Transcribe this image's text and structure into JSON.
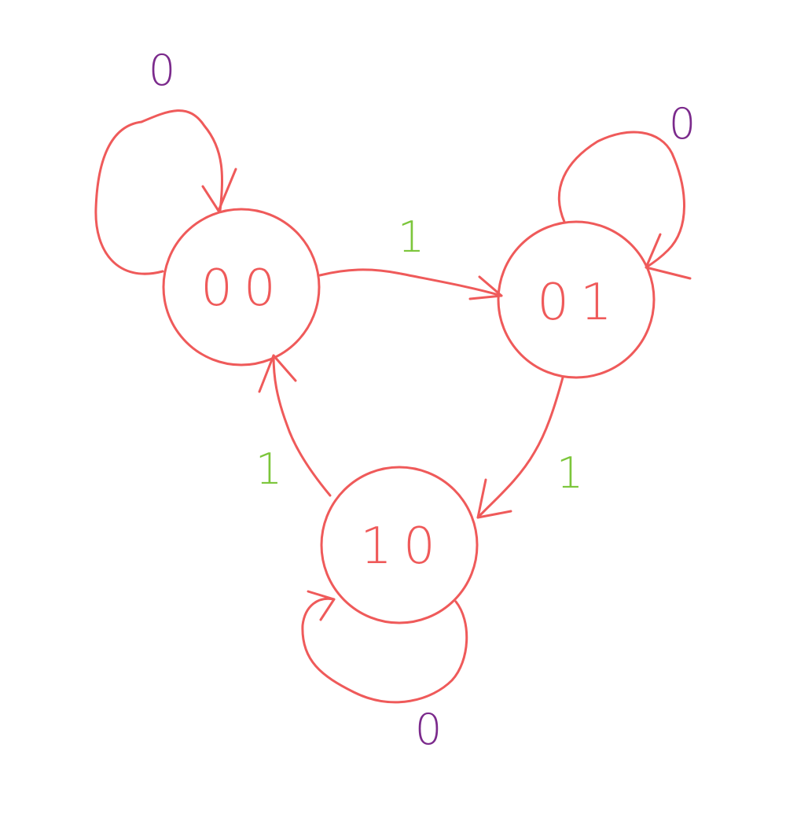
{
  "colors": {
    "state_stroke": "#ef5a5a",
    "edge_stroke": "#ef5a5a",
    "label_one": "#7cc63b",
    "label_zero": "#7b2a8c",
    "background": "#ffffff"
  },
  "states": [
    {
      "id": "s00",
      "label": "00"
    },
    {
      "id": "s01",
      "label": "01"
    },
    {
      "id": "s10",
      "label": "10"
    }
  ],
  "transitions": [
    {
      "from": "00",
      "to": "00",
      "label": "0"
    },
    {
      "from": "01",
      "to": "01",
      "label": "0"
    },
    {
      "from": "10",
      "to": "10",
      "label": "0"
    },
    {
      "from": "00",
      "to": "01",
      "label": "1"
    },
    {
      "from": "01",
      "to": "10",
      "label": "1"
    },
    {
      "from": "10",
      "to": "00",
      "label": "1"
    }
  ]
}
